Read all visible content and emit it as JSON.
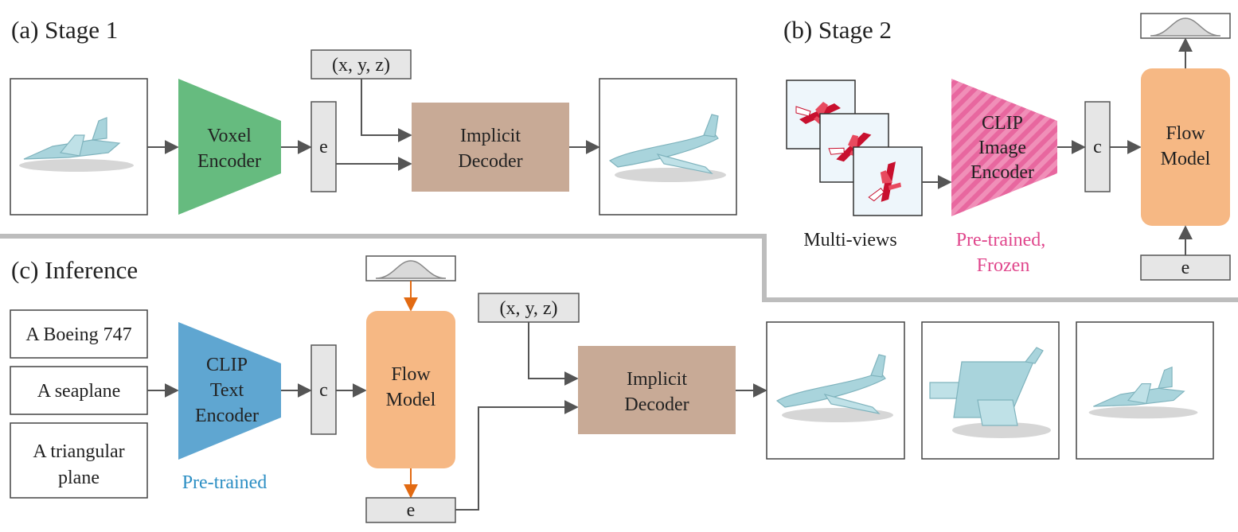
{
  "colors": {
    "voxel_encoder": "#66bb7f",
    "clip_text_encoder": "#5fa6d1",
    "clip_image_encoder": "#e8679f",
    "implicit_decoder": "#c8aa96",
    "flow_model": "#f6b884",
    "latent_box": "#e6e6e6",
    "arrow": "#555555",
    "sample_arrow": "#e26a12",
    "divider": "#bdbdbd",
    "pretrained_text": "#2d8fc4",
    "frozen_text": "#e0468c",
    "voxel_mesh": "#a9d4dc"
  },
  "stage1": {
    "title": "(a) Stage 1",
    "encoder_label": [
      "Voxel",
      "Encoder"
    ],
    "latent_label": "e",
    "coords_label": "(x, y, z)",
    "decoder_label": [
      "Implicit",
      "Decoder"
    ]
  },
  "stage2": {
    "title": "(b) Stage 2",
    "views_caption": "Multi-views",
    "encoder_label": [
      "CLIP",
      "Image",
      "Encoder"
    ],
    "encoder_note": [
      "Pre-trained,",
      "Frozen"
    ],
    "condition_label": "c",
    "flow_label": [
      "Flow",
      "Model"
    ],
    "latent_label": "e"
  },
  "inference": {
    "title": "(c) Inference",
    "prompts": [
      "A Boeing 747",
      "A seaplane",
      "A triangular",
      "plane"
    ],
    "encoder_label": [
      "CLIP",
      "Text",
      "Encoder"
    ],
    "encoder_note": "Pre-trained",
    "condition_label": "c",
    "flow_label": [
      "Flow",
      "Model"
    ],
    "latent_label": "e",
    "coords_label": "(x, y, z)",
    "decoder_label": [
      "Implicit",
      "Decoder"
    ]
  }
}
